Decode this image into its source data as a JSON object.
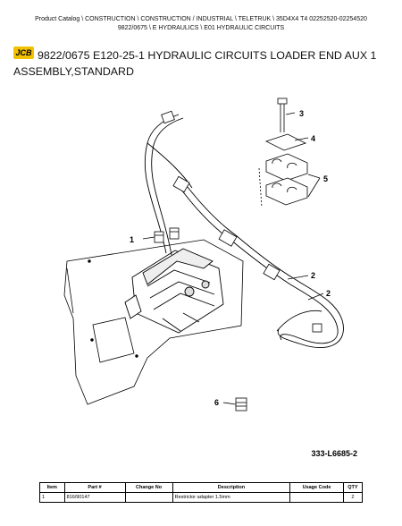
{
  "breadcrumb": {
    "line1": "Product Catalog  \\  CONSTRUCTION  \\  CONSTRUCTION / INDUSTRIAL  \\  TELETRUK  \\  35D4X4 T4 02252520-02254520",
    "line2": "9822/0675  \\  E HYDRAULICS  \\  E01 HYDRAULIC CIRCUITS"
  },
  "logo_text": "JCB",
  "title": "9822/0675 E120-25-1 HYDRAULIC CIRCUITS LOADER END AUX 1 ASSEMBLY,STANDARD",
  "diagram": {
    "callouts": [
      "1",
      "2",
      "2",
      "3",
      "4",
      "5",
      "6"
    ],
    "reference": "333-L6685-2"
  },
  "table": {
    "headers": [
      "Item",
      "Part #",
      "Change No",
      "Description",
      "Usage Code",
      "QTY"
    ],
    "rows": [
      [
        "1",
        "816/90147",
        "",
        "Restrictor adapter 1.5mm",
        "",
        "2"
      ]
    ]
  },
  "colors": {
    "logo": "#f2c100",
    "ink": "#000000"
  }
}
